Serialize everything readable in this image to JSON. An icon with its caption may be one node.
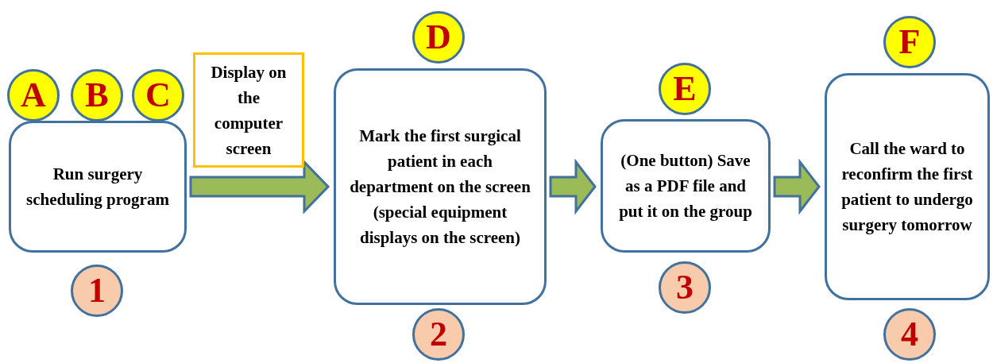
{
  "diagram": {
    "nodes": [
      {
        "text": [
          "A"
        ]
      },
      {
        "text": [
          "B"
        ]
      },
      {
        "text": [
          "C"
        ]
      },
      {
        "text": [
          "Run surgery scheduling program"
        ]
      },
      {
        "text": [
          "1"
        ]
      },
      {
        "text": [
          "Display on the computer screen"
        ]
      },
      {
        "text": [
          "D"
        ]
      },
      {
        "text": [
          "Mark the first surgical patient in each department on the screen (special equipment displays on the screen)"
        ]
      },
      {
        "text": [
          "2"
        ]
      },
      {
        "text": [
          "E"
        ]
      },
      {
        "text": [
          "(One button) Save as a PDF file and put it on the group"
        ]
      },
      {
        "text": [
          "3"
        ]
      },
      {
        "text": [
          "F"
        ]
      },
      {
        "text": [
          "Call the ward to reconfirm the first patient to undergo surgery tomorrow"
        ]
      },
      {
        "text": [
          "4"
        ]
      }
    ],
    "edges": [
      {
        "from": 3,
        "to": 7,
        "arrow": "to",
        "style": "thick"
      },
      {
        "from": 7,
        "to": 10,
        "arrow": "to",
        "style": "thick"
      },
      {
        "from": 10,
        "to": 13,
        "arrow": "to",
        "style": "thick"
      }
    ]
  }
}
